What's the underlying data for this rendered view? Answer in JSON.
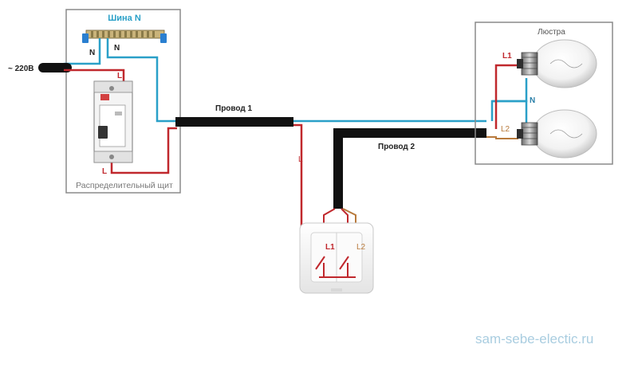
{
  "panel": {
    "title": "Распределительный щит",
    "bus_label": "Шина N",
    "bus_wire_left": "N",
    "bus_wire_right": "N",
    "breaker_in_label": "L",
    "breaker_out_label": "L"
  },
  "supply": {
    "label": "~ 220В"
  },
  "cable1": {
    "label": "Провод 1"
  },
  "cable2": {
    "label": "Провод 2"
  },
  "switch_wire": {
    "label": "L"
  },
  "chandelier": {
    "title": "Люстра",
    "lamp1_label": "L1",
    "lamp2_label": "L2",
    "neutral_label": "N"
  },
  "switch": {
    "key1_label": "L1",
    "key2_label": "L2"
  },
  "watermark": "sam-sebe-electic.ru",
  "colors": {
    "phase": "#c0282d",
    "neutral": "#2aa0c8",
    "cable": "#111111",
    "l2": "#b87a3c",
    "panel_title": "#2aa0c8",
    "watermark": "#a9cde0"
  }
}
